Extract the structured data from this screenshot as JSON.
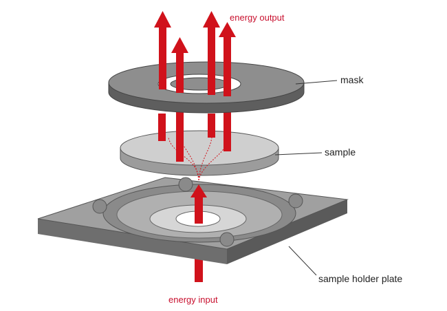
{
  "labels": {
    "energy_output": "energy output",
    "mask": "mask",
    "sample": "sample",
    "sample_holder_plate": "sample holder plate",
    "energy_input": "energy input"
  },
  "colors": {
    "arrow": "#d0121b",
    "plate_top": "#9a9a9a",
    "plate_side": "#6e6e6e",
    "mask": "#8c8c8c",
    "sample": "#c8c8c8"
  }
}
